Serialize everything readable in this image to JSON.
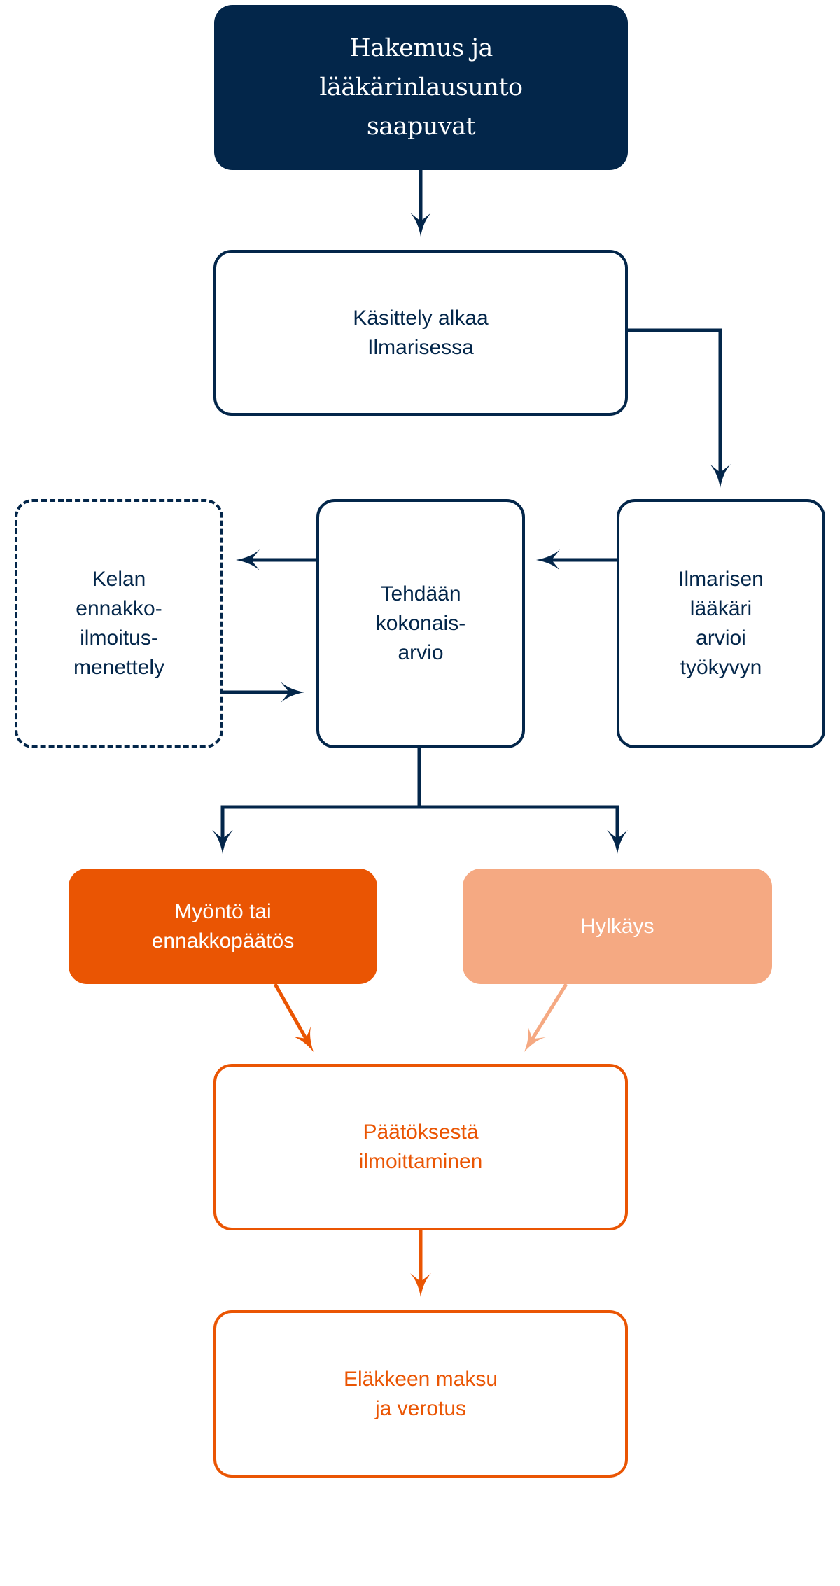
{
  "diagram": {
    "colors": {
      "navy": "#03264A",
      "orange": "#EA5503",
      "light_orange": "#F5A982",
      "background": "#FFFFFF"
    },
    "nodes": {
      "application": {
        "label": "Hakemus ja\nlääkärinlausunto\nsaapuvat"
      },
      "processing": {
        "label": "Käsittely alkaa\nIlmarisessa"
      },
      "kela": {
        "label": "Kelan\nennakko-\nilmoitus-\nmenettely"
      },
      "assessment": {
        "label": "Tehdään\nkokonais-\narvio"
      },
      "doctor": {
        "label": "Ilmarisen\nlääkäri\narvioi\ntyökyvyn"
      },
      "approval": {
        "label": "Myöntö tai\nennakkopäätös"
      },
      "rejection": {
        "label": "Hylkäys"
      },
      "notification": {
        "label": "Päätöksestä\nilmoittaminen"
      },
      "payment": {
        "label": "Eläkkeen maksu\nja verotus"
      }
    },
    "edges": [
      {
        "from": "application",
        "to": "processing",
        "color": "navy"
      },
      {
        "from": "processing",
        "to": "doctor",
        "color": "navy"
      },
      {
        "from": "doctor",
        "to": "assessment",
        "color": "navy"
      },
      {
        "from": "assessment",
        "to": "kela",
        "color": "navy"
      },
      {
        "from": "kela",
        "to": "assessment",
        "color": "navy"
      },
      {
        "from": "assessment",
        "to": "approval",
        "color": "navy"
      },
      {
        "from": "assessment",
        "to": "rejection",
        "color": "navy"
      },
      {
        "from": "approval",
        "to": "notification",
        "color": "orange"
      },
      {
        "from": "rejection",
        "to": "notification",
        "color": "light_orange"
      },
      {
        "from": "notification",
        "to": "payment",
        "color": "orange"
      }
    ]
  }
}
